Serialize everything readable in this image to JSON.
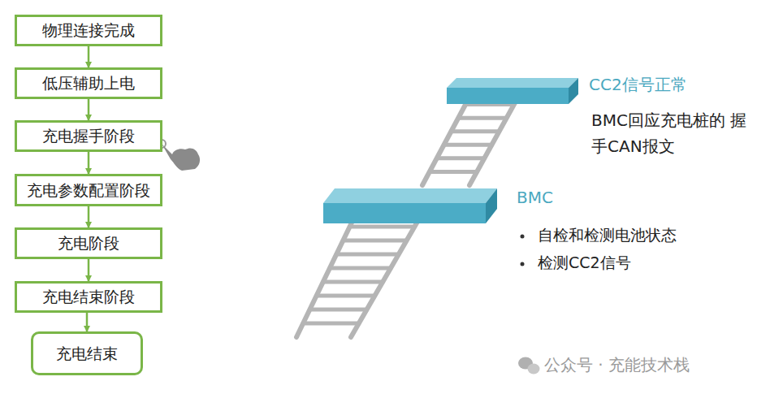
{
  "diagram": {
    "nodes": [
      {
        "text": [
          "物理连接完成"
        ]
      },
      {
        "text": [
          "低压辅助上电"
        ]
      },
      {
        "text": [
          "充电握手阶段"
        ]
      },
      {
        "text": [
          "充电参数配置阶段"
        ]
      },
      {
        "text": [
          "充电阶段"
        ]
      },
      {
        "text": [
          "充电结束阶段"
        ]
      },
      {
        "text": [
          "充电结束"
        ]
      }
    ],
    "edges": [
      {
        "from": 0,
        "to": 1,
        "arrow": "to"
      },
      {
        "from": 1,
        "to": 2,
        "arrow": "to"
      },
      {
        "from": 2,
        "to": 3,
        "arrow": "to"
      },
      {
        "from": 3,
        "to": 4,
        "arrow": "to"
      },
      {
        "from": 4,
        "to": 5,
        "arrow": "to"
      },
      {
        "from": 5,
        "to": 6,
        "arrow": "to"
      }
    ],
    "labels": [
      "CC2信号正常",
      "BMC回应充电桩的 握手CAN报文",
      "BMC",
      "自检和检测电池状态",
      "检测CC2信号",
      "公众号 · 充能技术栈"
    ]
  }
}
